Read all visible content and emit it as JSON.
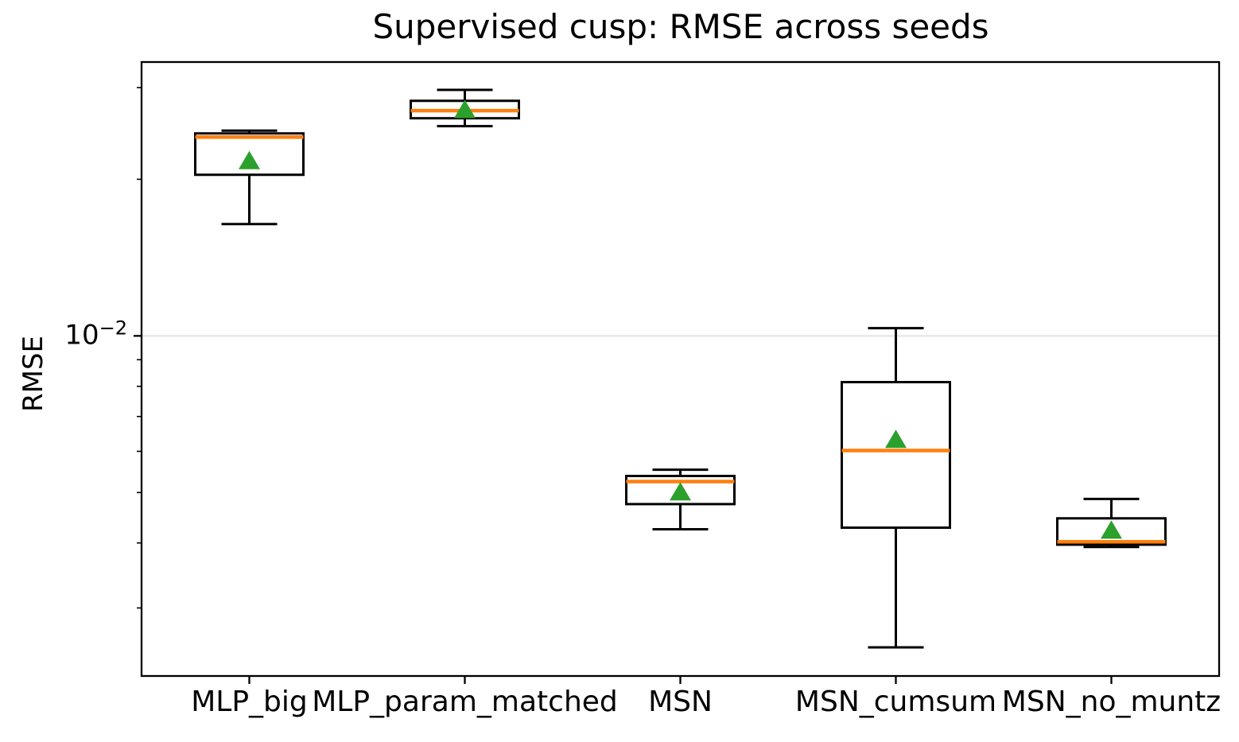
{
  "chart_data": {
    "type": "boxplot",
    "title": "Supervised cusp: RMSE across seeds",
    "xlabel": "",
    "ylabel": "RMSE",
    "yscale": "log",
    "ylim": [
      0.00222,
      0.0336
    ],
    "xlim_positions": [
      0.5,
      5.5
    ],
    "grid": "y-major-only",
    "legend": "none",
    "categories": [
      "MLP_big",
      "MLP_param_matched",
      "MSN",
      "MSN_cumsum",
      "MSN_no_muntz"
    ],
    "y_axis": {
      "major_tick": {
        "value": 0.01,
        "label_base": "10",
        "label_exponent": "−2"
      },
      "minor_ticks": [
        0.003,
        0.004,
        0.005,
        0.006,
        0.007,
        0.008,
        0.009,
        0.02,
        0.03
      ]
    },
    "series": [
      {
        "name": "MLP_big",
        "whisker_low": 0.0164,
        "q1": 0.0204,
        "median": 0.0241,
        "q3": 0.0245,
        "whisker_high": 0.0248,
        "mean": 0.0217
      },
      {
        "name": "MLP_param_matched",
        "whisker_low": 0.0253,
        "q1": 0.0262,
        "median": 0.0271,
        "q3": 0.0283,
        "whisker_high": 0.0297,
        "mean": 0.0272
      },
      {
        "name": "MSN",
        "whisker_low": 0.00425,
        "q1": 0.00475,
        "median": 0.00525,
        "q3": 0.00538,
        "whisker_high": 0.00553,
        "mean": 0.00501
      },
      {
        "name": "MSN_cumsum",
        "whisker_low": 0.00252,
        "q1": 0.00428,
        "median": 0.00602,
        "q3": 0.00815,
        "whisker_high": 0.01035,
        "mean": 0.00632
      },
      {
        "name": "MSN_no_muntz",
        "whisker_low": 0.00393,
        "q1": 0.00397,
        "median": 0.00402,
        "q3": 0.00446,
        "whisker_high": 0.00486,
        "mean": 0.00423
      }
    ],
    "colors": {
      "median_line": "#ff7f0e",
      "mean_marker": "#2ca02c",
      "box_line": "#000000",
      "grid_line": "#e6e6e6",
      "background": "#ffffff"
    }
  }
}
